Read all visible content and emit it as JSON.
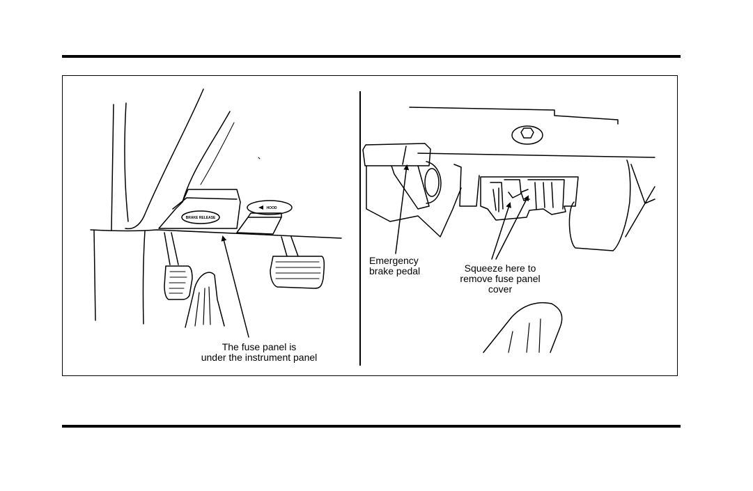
{
  "figure": {
    "left_panel": {
      "callout": {
        "line1": "The fuse panel is",
        "line2": "under the instrument panel"
      },
      "brake_release_label": "BRAKE RELEASE",
      "hood_label": "HOOD"
    },
    "right_panel": {
      "callout_ebrake": {
        "line1": "Emergency",
        "line2": "brake pedal"
      },
      "callout_squeeze": {
        "line1": "Squeeze here to",
        "line2": "remove fuse panel",
        "line3": "cover"
      }
    }
  }
}
